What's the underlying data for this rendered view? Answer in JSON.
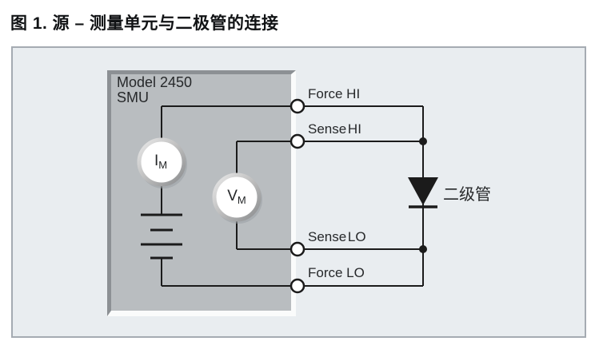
{
  "title": "图 1. 源 – 测量单元与二极管的连接",
  "diagram": {
    "device": {
      "line1": "Model 2450",
      "line2": "SMU"
    },
    "meters": {
      "current": {
        "symbol": "I",
        "subscript": "M"
      },
      "voltage": {
        "symbol": "V",
        "subscript": "M"
      }
    },
    "terminals": [
      {
        "label": "Force HI"
      },
      {
        "label": "Sense HI"
      },
      {
        "label": "Sense LO"
      },
      {
        "label": "Force LO"
      }
    ],
    "component_label": "二级管",
    "colors": {
      "panel_bg": "#e9edf0",
      "panel_border": "#a5abb2",
      "smu_box_fill": "#b9bdc0",
      "smu_bevel_dark": "#8c9094",
      "smu_bevel_light": "#fafbfb",
      "wire": "#1b1b1b",
      "terminal_fill": "#ffffff"
    }
  }
}
